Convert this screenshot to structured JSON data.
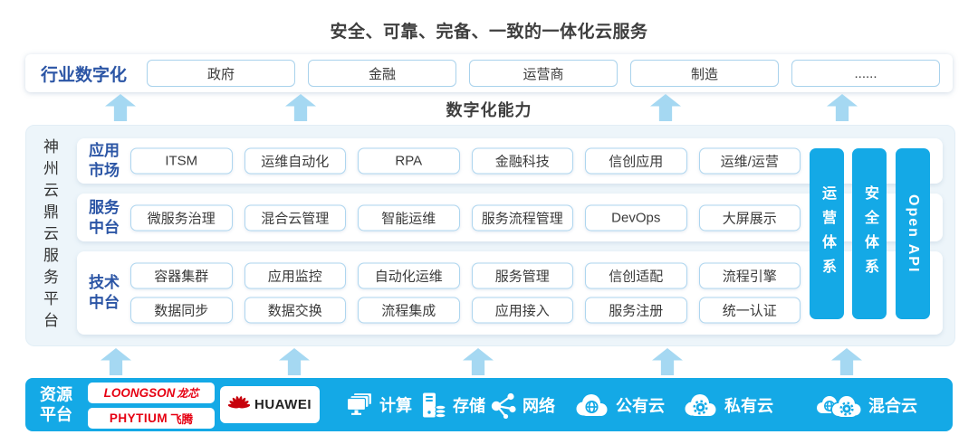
{
  "title": "安全、可靠、完备、一致的一体化云服务",
  "industry_band": {
    "label": "行业数字化",
    "items": [
      "政府",
      "金融",
      "运营商",
      "制造",
      "......"
    ]
  },
  "digital_capability_label": "数字化能力",
  "platform": {
    "name": "神州云鼎云服务平台",
    "rows": [
      {
        "label_lines": [
          "应用",
          "市场"
        ],
        "tiles": [
          "ITSM",
          "运维自动化",
          "RPA",
          "金融科技",
          "信创应用",
          "运维/运营"
        ]
      },
      {
        "label_lines": [
          "服务",
          "中台"
        ],
        "tiles": [
          "微服务治理",
          "混合云管理",
          "智能运维",
          "服务流程管理",
          "DevOps",
          "大屏展示"
        ]
      },
      {
        "label_lines": [
          "技术",
          "中台"
        ],
        "tiles_top": [
          "容器集群",
          "应用监控",
          "自动化运维",
          "服务管理",
          "信创适配",
          "流程引擎"
        ],
        "tiles_bottom": [
          "数据同步",
          "数据交换",
          "流程集成",
          "应用接入",
          "服务注册",
          "统一认证"
        ]
      }
    ],
    "side_bars": [
      "运营体系",
      "安全体系",
      "Open API"
    ]
  },
  "resources": {
    "label_lines": [
      "资源",
      "平台"
    ],
    "vendors": [
      {
        "name": "loongson",
        "latin": "LOONGSON",
        "cjk": "龙芯"
      },
      {
        "name": "phytium",
        "latin": "PHYTIUM",
        "cjk": "飞腾"
      },
      {
        "name": "huawei",
        "latin": "HUAWEI"
      }
    ],
    "items": [
      {
        "icon": "compute-icon",
        "label": "计算"
      },
      {
        "icon": "storage-icon",
        "label": "存储"
      },
      {
        "icon": "network-icon",
        "label": "网络"
      },
      {
        "icon": "public-cloud-icon",
        "label": "公有云"
      },
      {
        "icon": "private-cloud-icon",
        "label": "私有云"
      },
      {
        "icon": "hybrid-cloud-icon",
        "label": "混合云"
      }
    ]
  },
  "colors": {
    "accent_blue": "#14A9E6",
    "arrow_blue": "#A5D8F2",
    "label_blue": "#2B55A5",
    "platform_bg": "#EDF5FA",
    "loongson_red": "#E60012",
    "huawei_red": "#C7000B"
  }
}
